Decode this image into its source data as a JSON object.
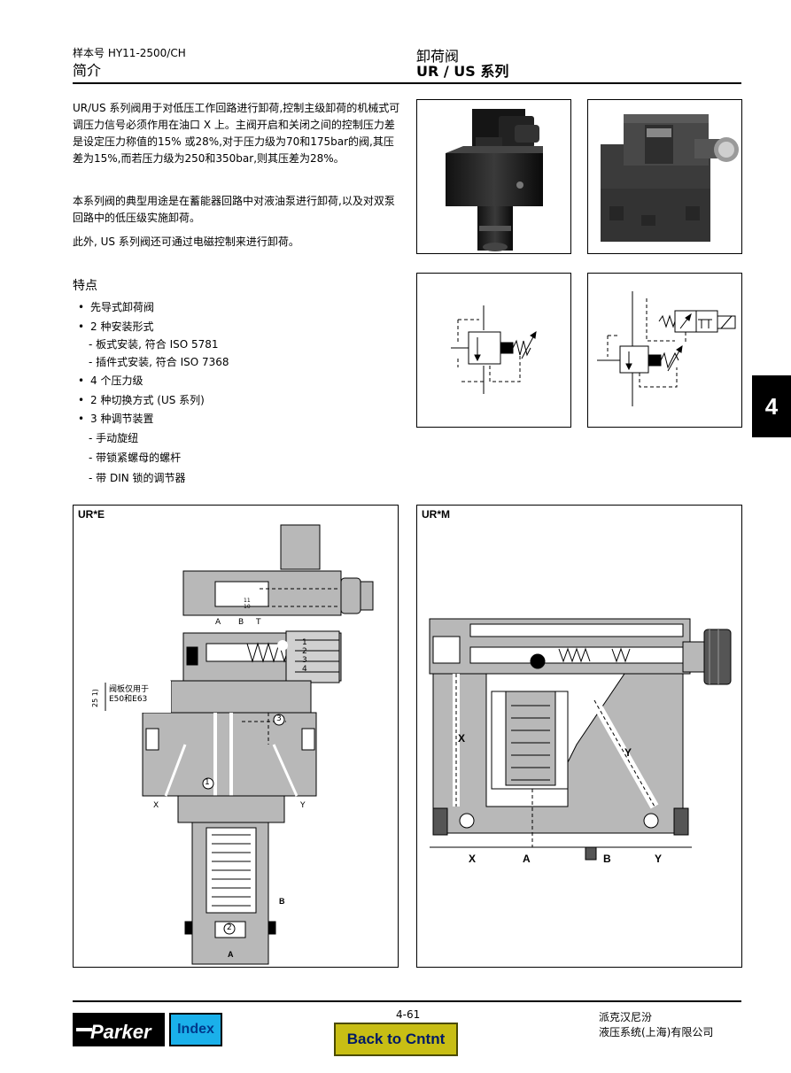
{
  "header": {
    "catalog_no": "样本号 HY11-2500/CH",
    "section": "简介",
    "product": "卸荷阀",
    "series": "UR / US 系列"
  },
  "intro": {
    "p1": "UR/US 系列阀用于对低压工作回路进行卸荷,控制主级卸荷的机械式可调压力信号必须作用在油口 X 上。主阀开启和关闭之间的控制压力差是设定压力称值的15% 或28%,对于压力级为70和175bar的阀,其压差为15%,而若压力级为250和350bar,则其压差为28%。",
    "p2": "本系列阀的典型用途是在蓄能器回路中对液油泵进行卸荷,以及对双泵回路中的低压级实施卸荷。",
    "p3": "此外, US 系列阀还可通过电磁控制来进行卸荷。"
  },
  "features": {
    "title": "特点",
    "items": [
      {
        "type": "bullet",
        "text": "先导式卸荷阀"
      },
      {
        "type": "bullet",
        "text": "2 种安装形式"
      },
      {
        "type": "sub",
        "text": "- 板式安装, 符合 ISO 5781"
      },
      {
        "type": "sub",
        "text": "- 插件式安装, 符合 ISO 7368"
      },
      {
        "type": "bullet",
        "text": "4 个压力级"
      },
      {
        "type": "bullet",
        "text": "2 种切换方式 (US 系列)"
      },
      {
        "type": "bullet",
        "text": "3 种调节装置"
      },
      {
        "type": "sub",
        "text": "- 手动旋纽"
      },
      {
        "type": "sub",
        "text": "- 带锁紧螺母的螺杆"
      },
      {
        "type": "sub",
        "text": "- 带 DIN 锁的调节器"
      }
    ]
  },
  "section_tab": "4",
  "drawing_left": {
    "title": "UR*E",
    "port_a": "A",
    "port_b": "B",
    "port_x": "X",
    "port_y": "Y",
    "port_t": "T",
    "num1": "1",
    "num2": "2",
    "num3": "3",
    "note_line1": "阀板仅用于",
    "note_line2": "E50和E63",
    "dim": "25 1)",
    "sol_labels": [
      "11",
      "10"
    ],
    "stack_labels": [
      "1",
      "2",
      "3",
      "4"
    ]
  },
  "drawing_right": {
    "title": "UR*M",
    "port_x": "X",
    "port_a": "A",
    "port_b": "B",
    "port_y": "Y"
  },
  "footer": {
    "page": "4-61",
    "index_label": "Index",
    "back_label": "Back to Cntnt",
    "company_line1": "派克汉尼汾",
    "company_line2": "液压系统(上海)有限公司",
    "brand": "Parker"
  },
  "colors": {
    "tab_bg": "#000000",
    "index_bg": "#1ab0ea",
    "back_bg": "#c8be14",
    "section_fill": "#b8b8b8"
  }
}
